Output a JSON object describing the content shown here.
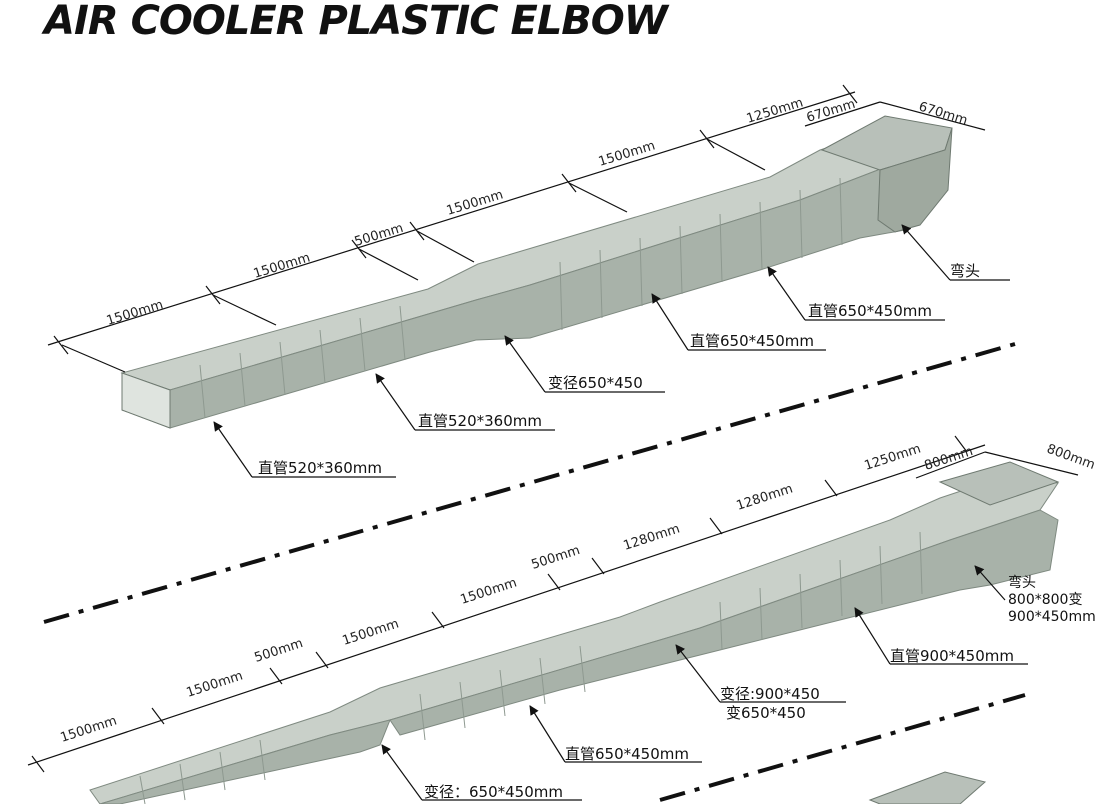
{
  "title": "AIR COOLER PLASTIC ELBOW",
  "colors": {
    "duct_top": "#c5ccc5",
    "duct_side": "#a6b0a7",
    "duct_edge": "#7f8a81",
    "line": "#111111"
  },
  "diagram1": {
    "dims": [
      "1500mm",
      "1500mm",
      "500mm",
      "1500mm",
      "1500mm",
      "1250mm",
      "670mm",
      "670mm"
    ],
    "labels": [
      "弯头",
      "直管650*450mm",
      "直管650*450mm",
      "变径650*450",
      "直管520*360mm",
      "直管520*360mm"
    ]
  },
  "diagram2": {
    "dims": [
      "1500mm",
      "1500mm",
      "500mm",
      "1500mm",
      "1500mm",
      "500mm",
      "1280mm",
      "1280mm",
      "1250mm",
      "800mm",
      "800mm"
    ],
    "labels": {
      "elbow": [
        "弯头",
        "800*800变",
        "900*450mm"
      ],
      "pipe900": "直管900*450mm",
      "reducer": [
        "变径:900*450",
        "变650*450"
      ],
      "pipe650": "直管650*450mm",
      "reducer2": "变径：650*450mm"
    }
  }
}
